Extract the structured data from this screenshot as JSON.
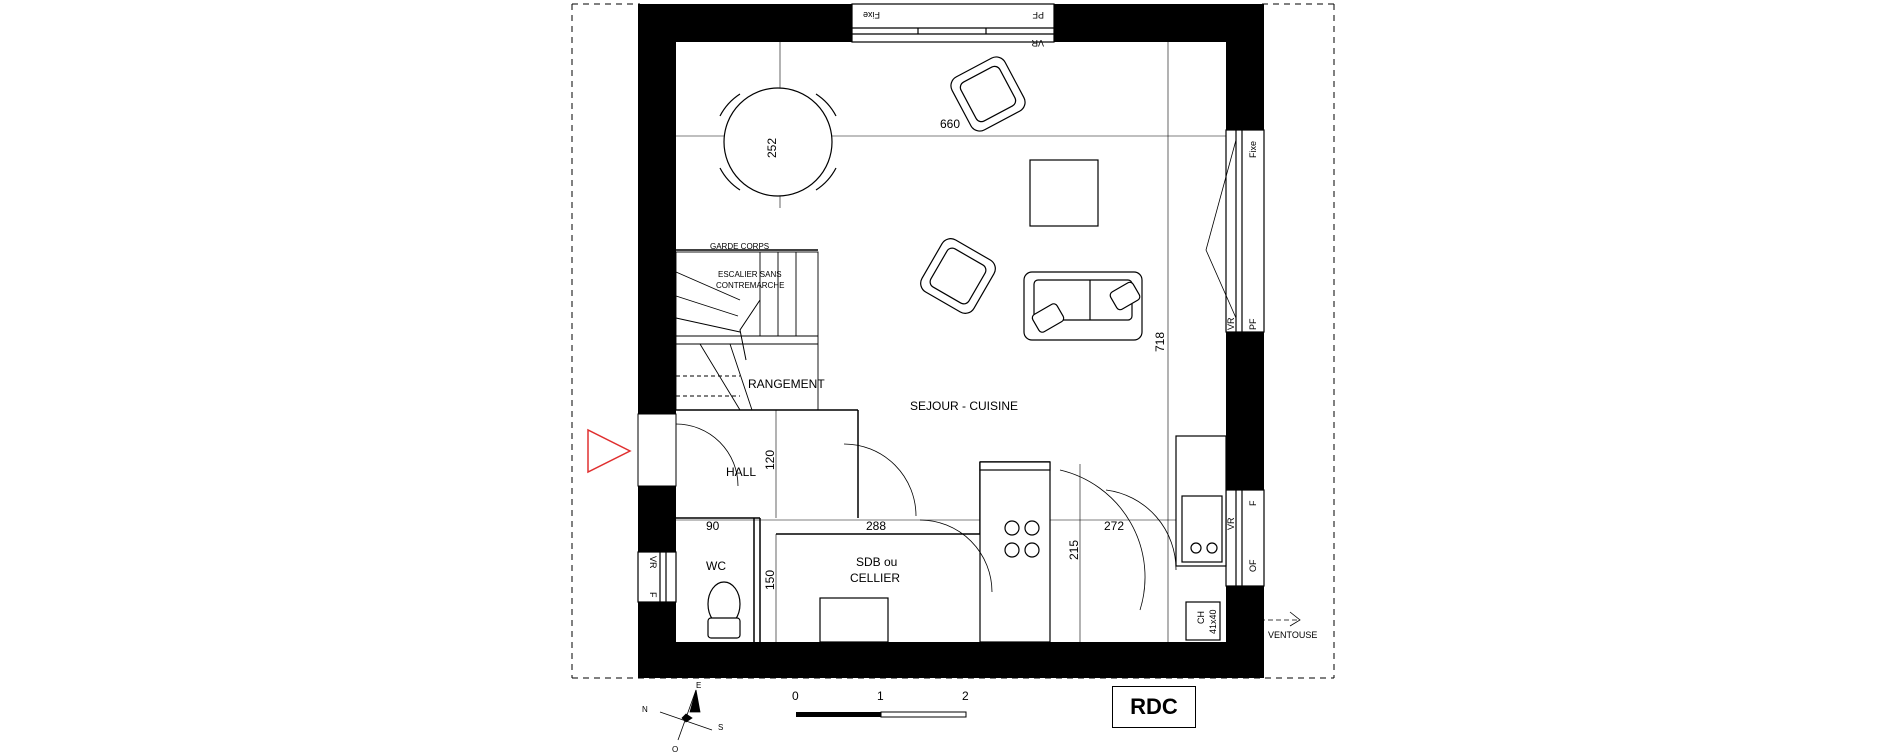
{
  "rooms": {
    "sejour": "SEJOUR - CUISINE",
    "rangement": "RANGEMENT",
    "hall": "HALL",
    "wc": "WC",
    "sdb_line1": "SDB ou",
    "sdb_line2": "CELLIER"
  },
  "notes": {
    "garde_corps": "GARDE CORPS",
    "escalier_line1": "ESCALIER SANS",
    "escalier_line2": "CONTREMARCHE",
    "ventouse": "VENTOUSE",
    "ch_line1": "CH",
    "ch_line2": "41x40"
  },
  "dimensions": {
    "d660": "660",
    "d252": "252",
    "d718": "718",
    "d120": "120",
    "d90": "90",
    "d288": "288",
    "d272": "272",
    "d150": "150",
    "d215": "215"
  },
  "window_labels": {
    "fixe": "Fixe",
    "pf": "PF",
    "vr": "VR",
    "f": "F",
    "of": "OF"
  },
  "scale": {
    "ticks": [
      "0",
      "1",
      "2"
    ]
  },
  "compass": {
    "n": "N",
    "e": "E",
    "s": "S",
    "o": "O"
  },
  "level_label": "RDC",
  "colors": {
    "wall": "#000000",
    "entry_marker": "#e03030"
  }
}
